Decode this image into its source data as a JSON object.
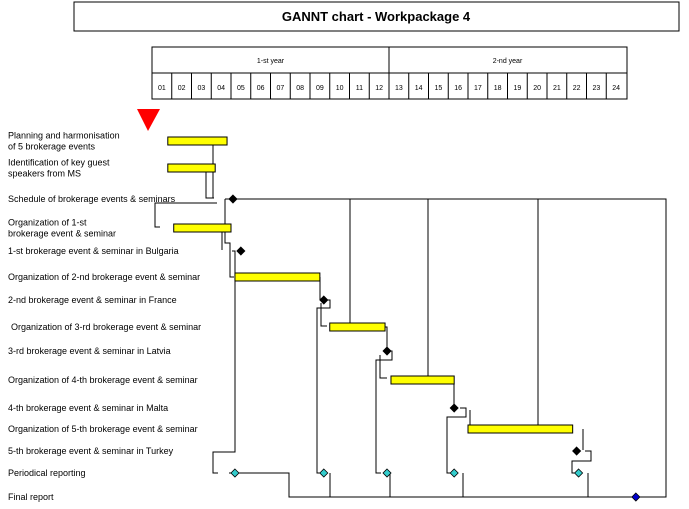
{
  "title": "GANNT chart - Workpackage 4",
  "colors": {
    "bar": "#ffff00",
    "milestone": "#000000",
    "report": "#33cccc",
    "final": "#0000cc",
    "start_marker": "#ff0000"
  },
  "chart_data": {
    "type": "gantt",
    "title": "GANNT chart - Workpackage 4",
    "years": [
      {
        "label": "1-st year",
        "from": 1,
        "to": 12
      },
      {
        "label": "2-nd year",
        "from": 13,
        "to": 24
      }
    ],
    "months": [
      "01",
      "02",
      "03",
      "04",
      "05",
      "06",
      "07",
      "08",
      "09",
      "10",
      "11",
      "12",
      "13",
      "14",
      "15",
      "16",
      "17",
      "18",
      "19",
      "20",
      "21",
      "22",
      "23",
      "24"
    ],
    "tasks": [
      {
        "label": [
          "Planning and harmonisation",
          "of 5 brokerage events"
        ],
        "kind": "bar",
        "start": 0.8,
        "end": 3.8
      },
      {
        "label": [
          "Identification of key guest",
          "speakers from MS"
        ],
        "kind": "bar",
        "start": 0.8,
        "end": 3.2
      },
      {
        "label": [
          "Schedule of brokerage events & seminars"
        ],
        "kind": "milestone",
        "at": 4.1
      },
      {
        "label": [
          "Organization of 1-st",
          "brokerage event & seminar"
        ],
        "kind": "bar",
        "start": 1.1,
        "end": 4.0
      },
      {
        "label": [
          "1-st brokerage event & seminar in Bulgaria"
        ],
        "kind": "milestone",
        "at": 4.5
      },
      {
        "label": [
          "Organization of 2-nd brokerage event & seminar"
        ],
        "kind": "bar",
        "start": 4.2,
        "end": 8.5
      },
      {
        "label": [
          "2-nd brokerage event & seminar in France"
        ],
        "kind": "milestone",
        "at": 8.7
      },
      {
        "label": [
          "Organization of 3-rd brokerage event & seminar"
        ],
        "kind": "bar",
        "start": 9.0,
        "end": 11.8
      },
      {
        "label": [
          "3-rd brokerage event & seminar in Latvia"
        ],
        "kind": "milestone",
        "at": 11.9
      },
      {
        "label": [
          "Organization of 4-th brokerage event & seminar"
        ],
        "kind": "bar",
        "start": 12.1,
        "end": 15.3
      },
      {
        "label": [
          "4-th brokerage event & seminar in Malta"
        ],
        "kind": "milestone",
        "at": 15.3
      },
      {
        "label": [
          "Organization of 5-th brokerage event & seminar"
        ],
        "kind": "bar",
        "start": 16.0,
        "end": 21.3
      },
      {
        "label": [
          "5-th brokerage event & seminar in Turkey"
        ],
        "kind": "milestone",
        "at": 21.5
      },
      {
        "label": [
          "Periodical reporting"
        ],
        "kind": "reports",
        "at": [
          4.2,
          8.7,
          11.9,
          15.3,
          21.6
        ]
      },
      {
        "label": [
          "Final report"
        ],
        "kind": "final",
        "at": 24.5
      }
    ]
  }
}
